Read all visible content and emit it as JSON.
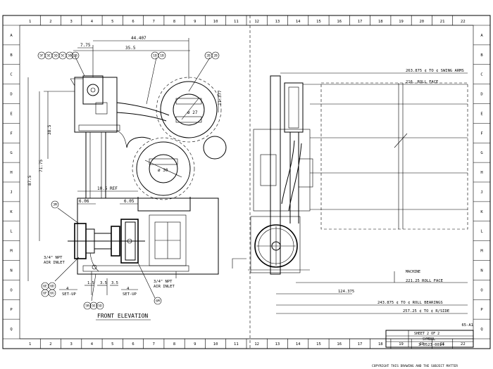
{
  "drawing": {
    "title": "FRONT ELEVATION",
    "title_block": {
      "sheet": "SHEET 2  OF 2",
      "symbol": "SYMBOL",
      "number": "3-0523-0014"
    },
    "corner_mark": "65-A1",
    "footer_text": "COPYRIGHT THIS DRAWING AND THE SUBJECT MATTER"
  },
  "grid": {
    "columns": [
      "1",
      "2",
      "3",
      "4",
      "5",
      "6",
      "7",
      "8",
      "9",
      "10",
      "11",
      "12",
      "13",
      "14",
      "15",
      "16",
      "17",
      "18",
      "19",
      "20",
      "21",
      "22"
    ],
    "rows": [
      "A",
      "B",
      "C",
      "D",
      "E",
      "F",
      "G",
      "H",
      "J",
      "K",
      "L",
      "M",
      "N",
      "O",
      "P",
      "Q"
    ]
  },
  "left_view": {
    "dimensions": {
      "overall_width": "44.407",
      "top_offset": "7.75",
      "center_span": "35.5",
      "right_vertical": "11.377",
      "height_1": "38.5",
      "height_2": "71.75",
      "overall_height": "87.5",
      "roll_dia": "ø 27",
      "lower_dia": "ø 30",
      "mid_span": "10.5 REF",
      "left_span": "6.06",
      "right_span": "6.05",
      "setup_left": "SET-UP",
      "setup_right": "SET-UP",
      "bottom_a": "4",
      "bottom_b": "4",
      "bottom_c": "1.5",
      "bottom_d": "3.5",
      "bottom_e": "3.5"
    },
    "notes": {
      "air_inlet_left_1": "3/4\" NPT",
      "air_inlet_left_2": "AIR INLET",
      "air_inlet_right_1": "3/4\" NPT",
      "air_inlet_right_2": "AIR INLET"
    },
    "balloons": {
      "top_row": [
        "5F",
        "5E",
        "5D",
        "5C",
        "5B",
        "3B"
      ],
      "top_mid": [
        "1B",
        "1B"
      ],
      "top_right": [
        "2B",
        "2B"
      ],
      "left_3m": "3M",
      "bottom_left": [
        "6E",
        "6D",
        "6F",
        "6G"
      ],
      "bottom_center": [
        "5R",
        "5E",
        "5D"
      ],
      "bottom_right": "6M"
    }
  },
  "right_view": {
    "callouts": {
      "swing_arms": "263.875 ¢ TO ¢ SWING ARMS",
      "roll_face_top": "216. ROLL FACE",
      "machine": "MACHINE",
      "roll_face": "221.25 ROLL FACE",
      "dim_124": "124.375",
      "roll_bearings": "243.875 ¢ TO ¢ ROLL BEARINGS",
      "guide": "257.25 ¢ TO ¢ R/SIDE"
    }
  }
}
